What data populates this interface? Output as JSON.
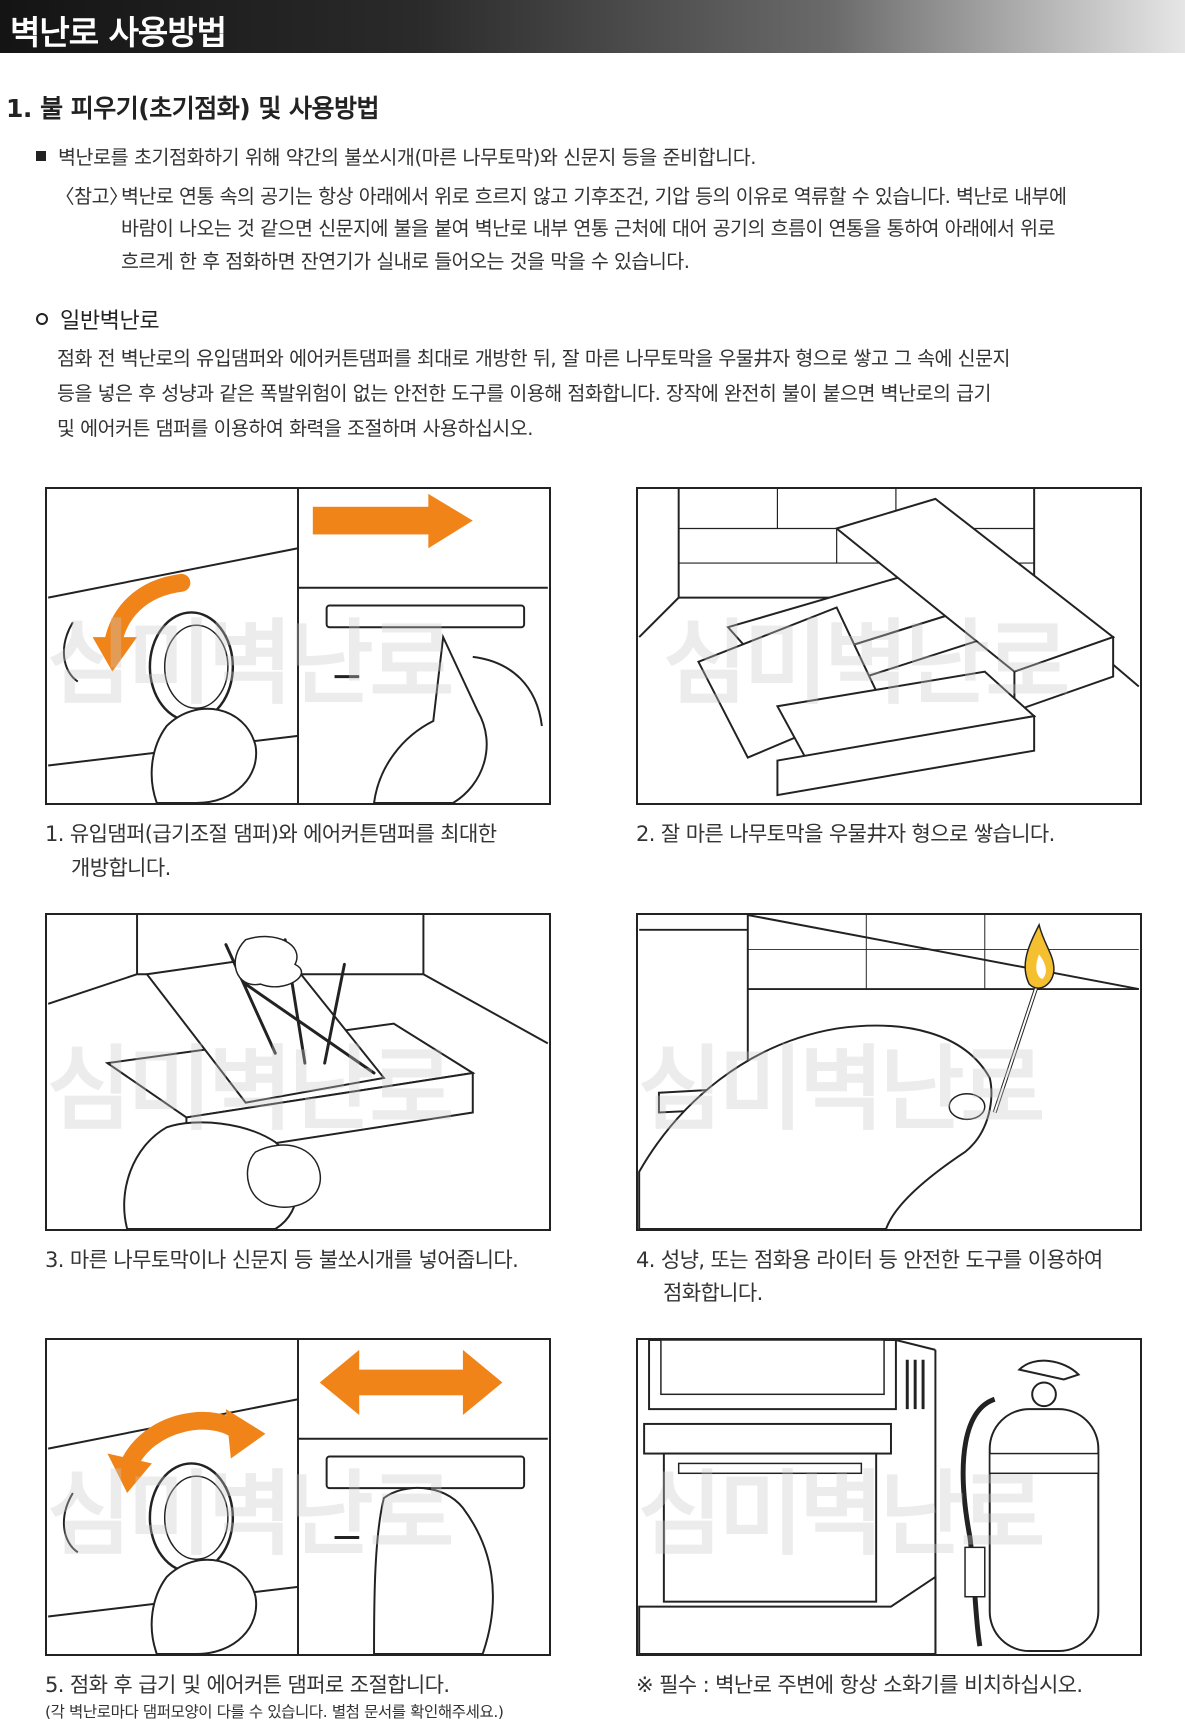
{
  "header": {
    "title": "벽난로 사용방법"
  },
  "section": {
    "title": "1. 불 피우기(초기점화) 및 사용방법"
  },
  "intro": {
    "bullet": "벽난로를 초기점화하기 위해 약간의 불쏘시개(마른 나무토막)와 신문지 등을 준비합니다.",
    "note_label": "〈참고〉",
    "note_lines": [
      "벽난로 연통 속의 공기는 항상 아래에서 위로 흐르지 않고 기후조건, 기압 등의 이유로 역류할 수 있습니다. 벽난로 내부에",
      "바람이 나오는 것 같으면 신문지에 불을 붙여 벽난로 내부 연통 근처에 대어 공기의 흐름이 연통을 통하여 아래에서 위로",
      "흐르게 한 후 점화하면 잔연기가 실내로 들어오는 것을 막을 수 있습니다."
    ]
  },
  "general": {
    "title": "일반벽난로",
    "lines": [
      "점화 전 벽난로의 유입댐퍼와 에어커튼댐퍼를 최대로 개방한 뒤, 잘 마른 나무토막을 우물井자 형으로 쌓고 그 속에 신문지",
      "등을 넣은 후 성냥과 같은 폭발위험이 없는 안전한 도구를 이용해 점화합니다. 장작에 완전히 불이 붙으면 벽난로의 급기",
      "및 에어커튼 댐퍼를 이용하여 화력을 조절하며 사용하십시오."
    ]
  },
  "watermark": "심미벽난로",
  "steps": [
    {
      "caption_lines": [
        "1. 유입댐퍼(급기조절 댐퍼)와 에어커튼댐퍼를 최대한",
        "개방합니다."
      ]
    },
    {
      "caption_lines": [
        "2. 잘 마른 나무토막을 우물井자 형으로 쌓습니다."
      ]
    },
    {
      "caption_lines": [
        "3. 마른 나무토막이나 신문지 등 불쏘시개를 넣어줍니다."
      ]
    },
    {
      "caption_lines": [
        "4. 성냥, 또는 점화용 라이터 등 안전한 도구를 이용하여",
        "점화합니다."
      ]
    },
    {
      "caption_lines": [
        "5. 점화 후 급기 및 에어커튼 댐퍼로 조절합니다."
      ],
      "caption_small": "(각 벽난로마다 댐퍼모양이 다를 수 있습니다. 별첨 문서를 확인해주세요.)"
    },
    {
      "caption_lines": [
        "※ 필수 : 벽난로 주변에 항상 소화기를 비치하십시오."
      ]
    }
  ],
  "colors": {
    "arrow": "#f08418",
    "line": "#222222",
    "header_dark": "#141414"
  },
  "icons": [
    "bullet-square-icon",
    "bullet-circle-icon"
  ]
}
